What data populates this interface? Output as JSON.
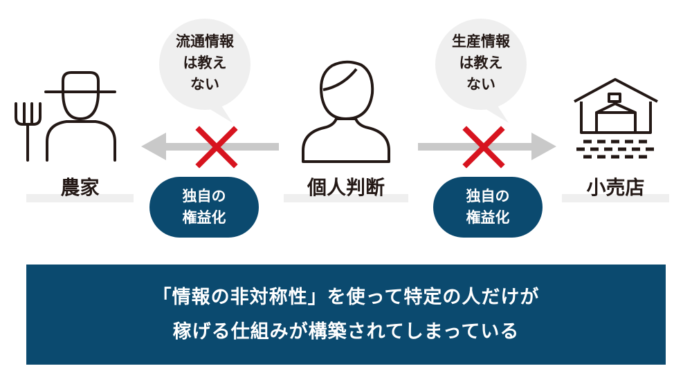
{
  "farmer": {
    "label": "農家",
    "icon": "farmer-with-pitchfork-icon"
  },
  "individual": {
    "label": "個人判断",
    "icon": "person-icon"
  },
  "retailer": {
    "label": "小売店",
    "icon": "store-icon"
  },
  "left_bubble": {
    "lines": [
      "流通情報",
      "は教え",
      "ない"
    ]
  },
  "right_bubble": {
    "lines": [
      "生産情報",
      "は教え",
      "ない"
    ]
  },
  "left_pill": {
    "lines": [
      "独自の",
      "権益化"
    ]
  },
  "right_pill": {
    "lines": [
      "独自の",
      "権益化"
    ]
  },
  "banner": {
    "lines": [
      "「情報の非対称性」を使って特定の人だけが",
      "稼げる仕組みが構築されてしまっている"
    ]
  },
  "colors": {
    "navy": "#0b4a6f",
    "cross": "#d7141f",
    "arrow": "#c9c9c9",
    "bubble": "#efefef",
    "underline": "#efefef"
  }
}
